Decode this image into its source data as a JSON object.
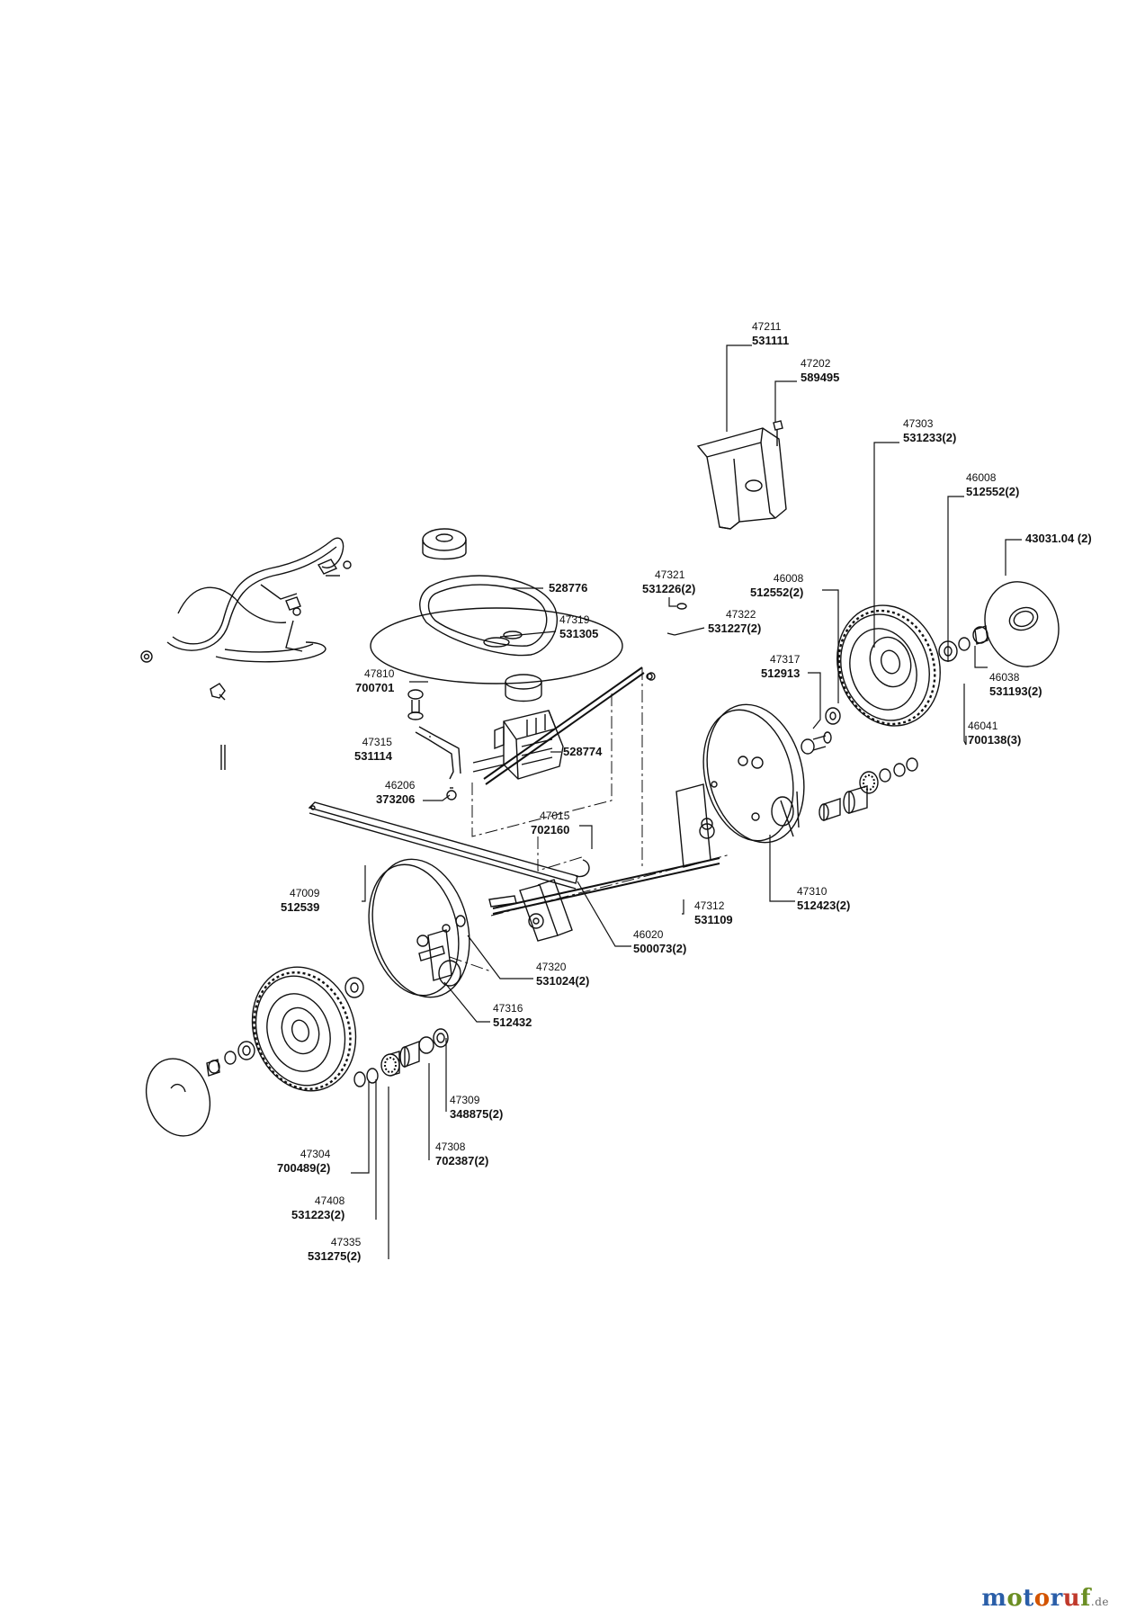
{
  "brand": {
    "parts": [
      "m",
      "o",
      "t",
      "o",
      "r",
      "u",
      "f"
    ],
    "colors": [
      "#2a5ea8",
      "#6b8e23",
      "#2a5ea8",
      "#d35400",
      "#2a5ea8",
      "#c0392b",
      "#6b8e23"
    ],
    "suffix": ".de"
  },
  "labels": [
    {
      "id": "47211",
      "top": "47211",
      "bottom": "531111"
    },
    {
      "id": "47202",
      "top": "47202",
      "bottom": "589495"
    },
    {
      "id": "47303",
      "top": "47303",
      "bottom": "531233(2)"
    },
    {
      "id": "46008a",
      "top": "46008",
      "bottom": "512552(2)"
    },
    {
      "id": "43031",
      "top": "",
      "bottom": "43031.04 (2)"
    },
    {
      "id": "47321",
      "top": "47321",
      "bottom": "531226(2)"
    },
    {
      "id": "46008b",
      "top": "46008",
      "bottom": "512552(2)"
    },
    {
      "id": "528776",
      "top": "",
      "bottom": "528776"
    },
    {
      "id": "47319",
      "top": "47319",
      "bottom": "531305"
    },
    {
      "id": "47322",
      "top": "47322",
      "bottom": "531227(2)"
    },
    {
      "id": "47317",
      "top": "47317",
      "bottom": "512913"
    },
    {
      "id": "46038",
      "top": "46038",
      "bottom": "531193(2)"
    },
    {
      "id": "47810",
      "top": "47810",
      "bottom": "700701"
    },
    {
      "id": "46041",
      "top": "46041",
      "bottom": "700138(3)"
    },
    {
      "id": "47315",
      "top": "47315",
      "bottom": "531114"
    },
    {
      "id": "528774",
      "top": "",
      "bottom": "528774"
    },
    {
      "id": "46206",
      "top": "46206",
      "bottom": "373206"
    },
    {
      "id": "47015",
      "top": "47015",
      "bottom": "702160"
    },
    {
      "id": "47009",
      "top": "47009",
      "bottom": "512539"
    },
    {
      "id": "47310",
      "top": "47310",
      "bottom": "512423(2)"
    },
    {
      "id": "47312",
      "top": "47312",
      "bottom": "531109"
    },
    {
      "id": "46020",
      "top": "46020",
      "bottom": "500073(2)"
    },
    {
      "id": "47320",
      "top": "47320",
      "bottom": "531024(2)"
    },
    {
      "id": "47316",
      "top": "47316",
      "bottom": "512432"
    },
    {
      "id": "47309",
      "top": "47309",
      "bottom": "348875(2)"
    },
    {
      "id": "47304",
      "top": "47304",
      "bottom": "700489(2)"
    },
    {
      "id": "47308",
      "top": "47308",
      "bottom": "702387(2)"
    },
    {
      "id": "47408",
      "top": "47408",
      "bottom": "531223(2)"
    },
    {
      "id": "47335",
      "top": "47335",
      "bottom": "531275(2)"
    }
  ]
}
